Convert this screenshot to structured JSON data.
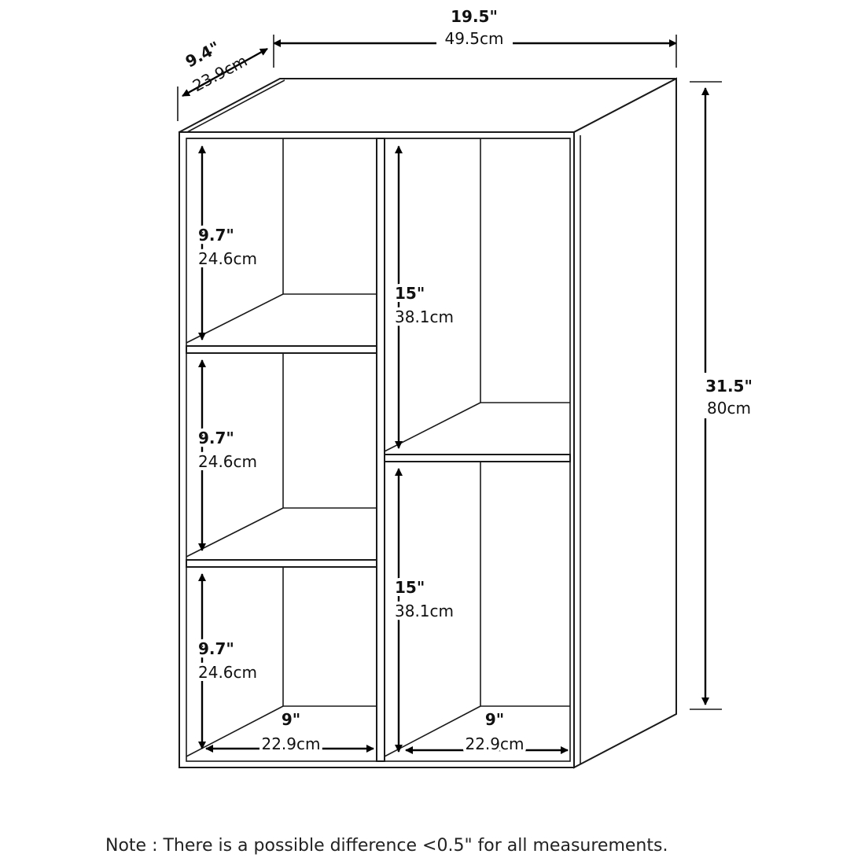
{
  "measurements": {
    "width_in": "19.5\"",
    "width_cm": "49.5cm",
    "depth_in": "9.4\"",
    "depth_cm": "23.9cm",
    "height_in": "31.5\"",
    "height_cm": "80cm",
    "left_top_in": "9.7\"",
    "left_top_cm": "24.6cm",
    "left_mid_in": "9.7\"",
    "left_mid_cm": "24.6cm",
    "left_bottom_in": "9.7\"",
    "left_bottom_cm": "24.6cm",
    "right_top_in": "15\"",
    "right_top_cm": "38.1cm",
    "right_bottom_in": "15\"",
    "right_bottom_cm": "38.1cm",
    "left_width_in": "9\"",
    "left_width_cm": "22.9cm",
    "right_width_in": "9\"",
    "right_width_cm": "22.9cm"
  },
  "note": "Note : There is a possible difference <0.5\" for all measurements."
}
